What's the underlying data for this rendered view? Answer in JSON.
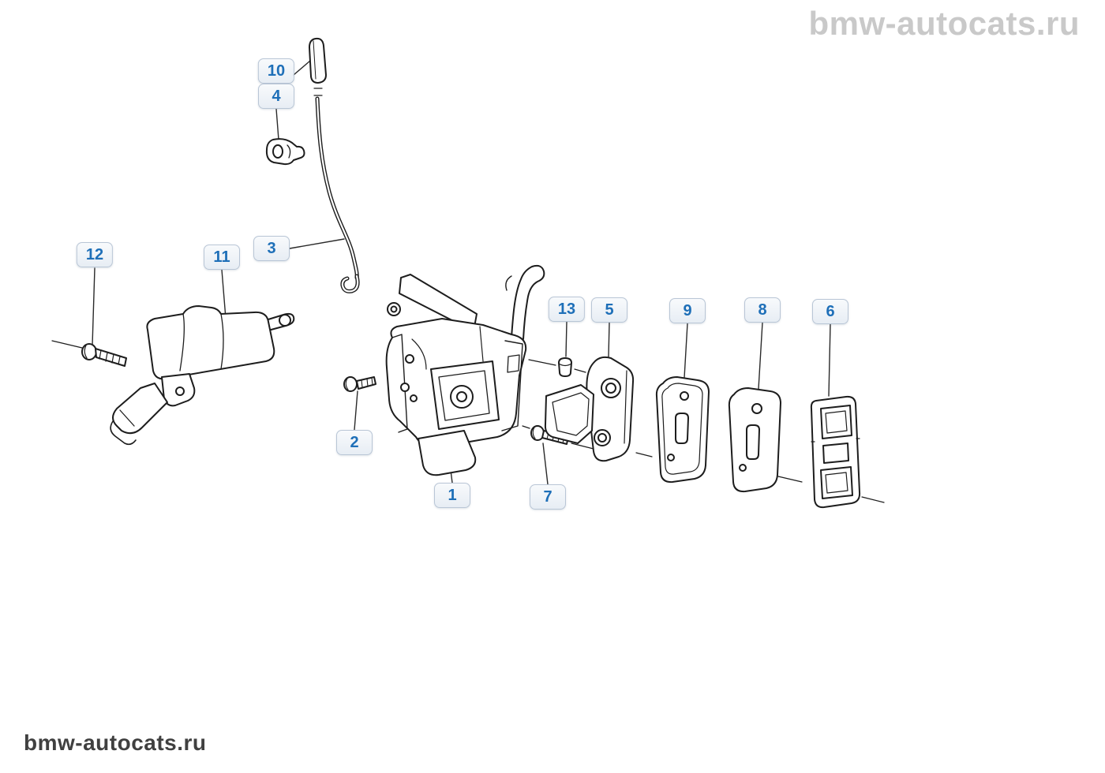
{
  "watermarks": {
    "top_right": "bmw-autocats.ru",
    "bottom_left": "bmw-autocats.ru"
  },
  "diagram": {
    "callouts": [
      {
        "label": "10"
      },
      {
        "label": "4"
      },
      {
        "label": "3"
      },
      {
        "label": "12"
      },
      {
        "label": "11"
      },
      {
        "label": "2"
      },
      {
        "label": "1"
      },
      {
        "label": "13"
      },
      {
        "label": "7"
      },
      {
        "label": "5"
      },
      {
        "label": "9"
      },
      {
        "label": "8"
      },
      {
        "label": "6"
      }
    ]
  },
  "colors": {
    "callout_text": "#1e6fb8",
    "callout_border": "#b9c6d6",
    "callout_bg": "#eef2f8",
    "line_art": "#1d1d1d",
    "watermark_top": "#c9c9c9",
    "watermark_bottom": "#404040"
  }
}
